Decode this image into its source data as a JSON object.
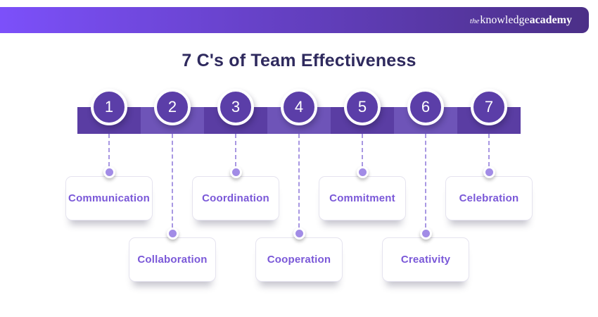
{
  "header": {
    "logo_the": "the",
    "logo_knowledge": "knowledge",
    "logo_academy": "academy"
  },
  "title": "7 C's of Team Effectiveness",
  "items": [
    {
      "number": "1",
      "label": "Communication"
    },
    {
      "number": "2",
      "label": "Collaboration"
    },
    {
      "number": "3",
      "label": "Coordination"
    },
    {
      "number": "4",
      "label": "Cooperation"
    },
    {
      "number": "5",
      "label": "Commitment"
    },
    {
      "number": "6",
      "label": "Creativity"
    },
    {
      "number": "7",
      "label": "Celebration"
    }
  ],
  "colors": {
    "header_grad_left": "#7c50fa",
    "header_grad_right": "#4b2f87",
    "bar_dark": "#5a3da3",
    "bar_light": "#6e54b8",
    "circle_fill": "#5b3ea8",
    "circle_number": "#ffffff",
    "dash": "#a897e2",
    "dot_fill": "#a28ce6",
    "card_border": "#e5e3ef",
    "label_text": "#7a58d8",
    "title_text": "#2f2a5e",
    "logo_text": "#ffffff",
    "background": "#ffffff"
  }
}
